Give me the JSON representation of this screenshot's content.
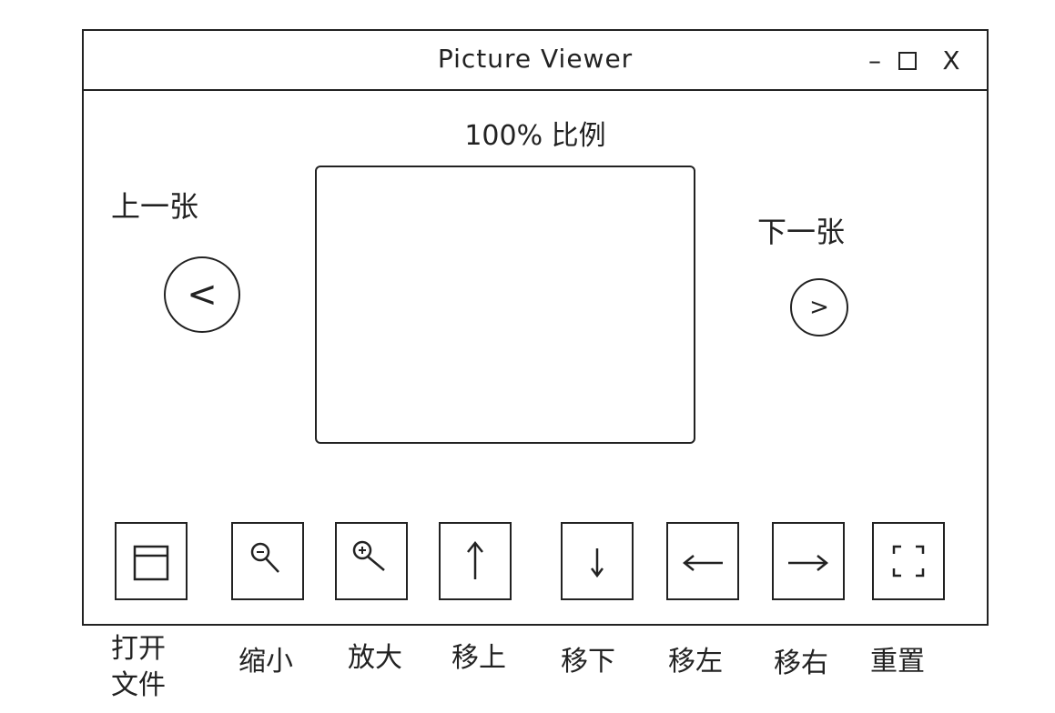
{
  "window": {
    "title": "Picture Viewer",
    "minimize": "–",
    "close": "X"
  },
  "viewer": {
    "zoom_label": "100% 比例",
    "prev_label": "上一张",
    "next_label": "下一张",
    "prev_glyph": "<",
    "next_glyph": ">"
  },
  "toolbar": {
    "open_label_line1": "打开",
    "open_label_line2": "文件",
    "zoom_out_label": "缩小",
    "zoom_in_label": "放大",
    "move_up_label": "移上",
    "move_down_label": "移下",
    "move_left_label": "移左",
    "move_right_label": "移右",
    "reset_label": "重置",
    "icons": [
      "folder-icon",
      "zoom-out-icon",
      "zoom-in-icon",
      "arrow-up-icon",
      "arrow-down-icon",
      "arrow-left-icon",
      "arrow-right-icon",
      "fullscreen-icon"
    ]
  }
}
